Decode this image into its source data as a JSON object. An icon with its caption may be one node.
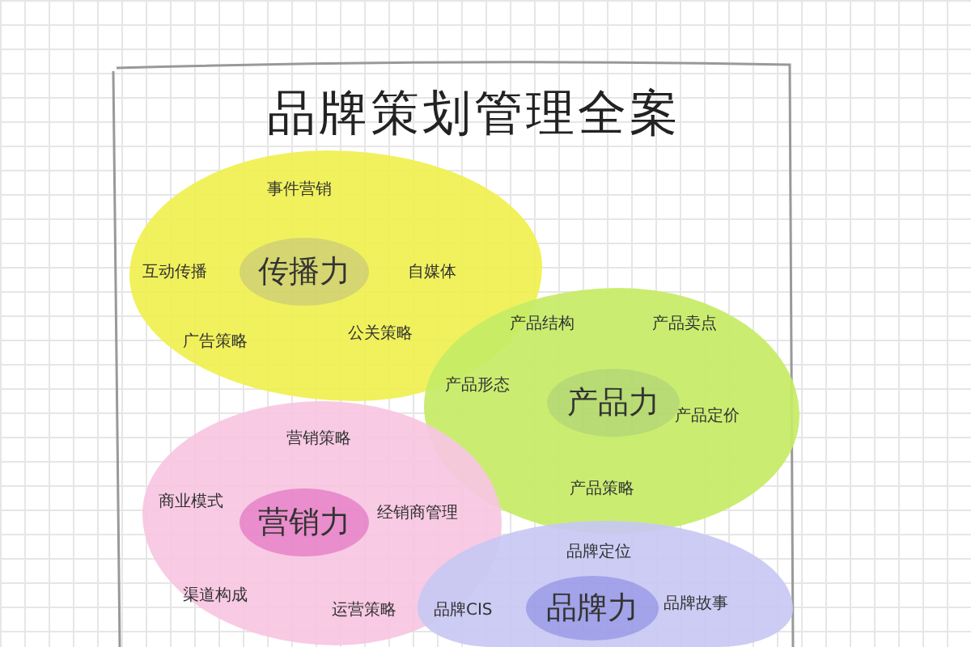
{
  "diagram": {
    "title": "品牌策划管理全案",
    "nodes": [
      {
        "text": [
          "事件营销",
          "互动传播",
          "自媒体",
          "广告策略",
          "公关策略"
        ]
      },
      {
        "text": [
          "传播力"
        ],
        "in": 0
      },
      {
        "text": [
          "产品结构",
          "产品卖点",
          "产品形态",
          "产品定价",
          "产品策略"
        ]
      },
      {
        "text": [
          "产品力"
        ],
        "in": 2
      },
      {
        "text": [
          "营销策略",
          "商业模式",
          "经销商管理",
          "渠道构成",
          "运营策略"
        ]
      },
      {
        "text": [
          "营销力"
        ],
        "in": 4
      },
      {
        "text": [
          "品牌定位",
          "品牌CIS",
          "品牌故事"
        ]
      },
      {
        "text": [
          "品牌力"
        ],
        "in": 6
      }
    ]
  }
}
